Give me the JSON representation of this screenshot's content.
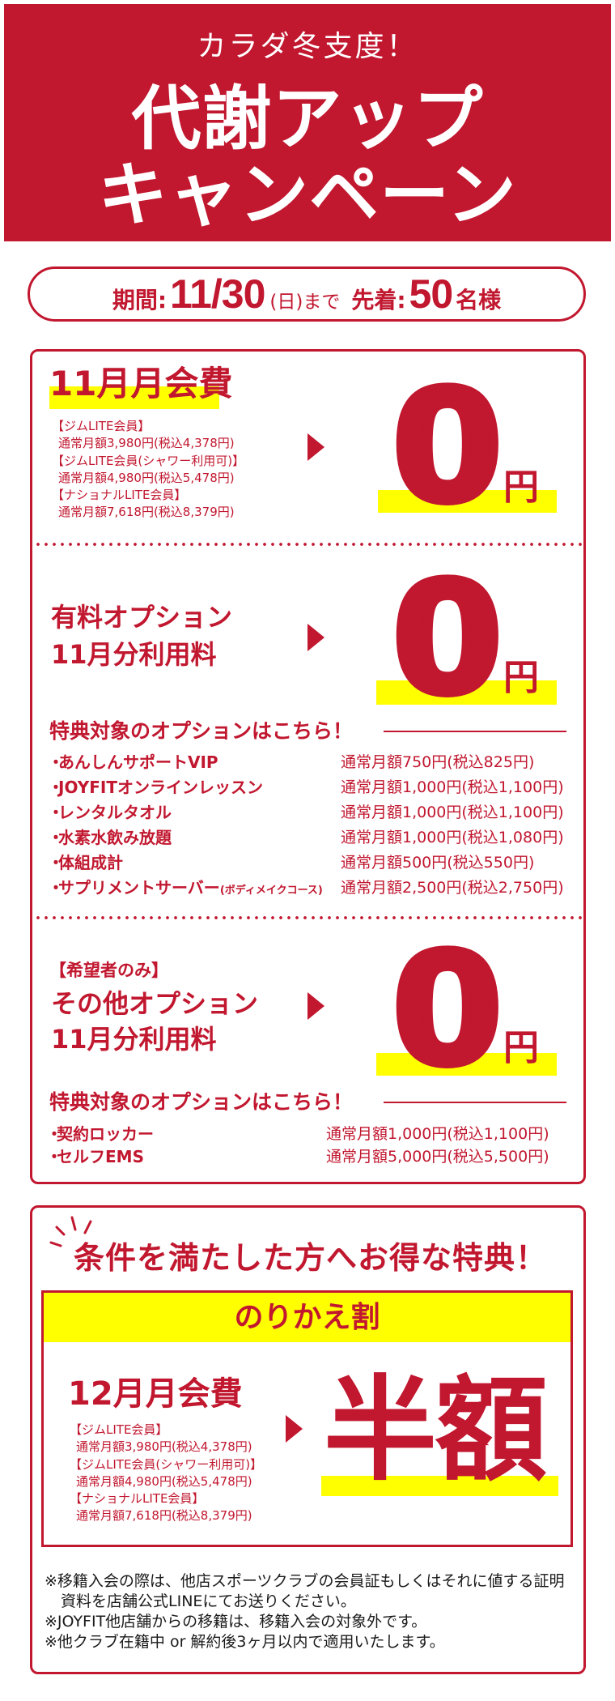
{
  "header": {
    "subtitle": "カラダ冬支度！",
    "title_line1": "代謝アップ",
    "title_line2": "キャンペーン"
  },
  "period": {
    "label": "期間:",
    "end_date": "11/30",
    "end_suffix": "(日)まで",
    "first_come_label": "先着:",
    "capacity": "50",
    "capacity_unit": "名様"
  },
  "offers": {
    "monthly_fee": {
      "title": "11月月会費",
      "plans": [
        {
          "name": "【ジムLITE会員】",
          "price": "通常月額3,980円(税込4,378円)"
        },
        {
          "name": "【ジムLITE会員(シャワー利用可)】",
          "price": "通常月額4,980円(税込5,478円)"
        },
        {
          "name": "【ナショナルLITE会員】",
          "price": "通常月額7,618円(税込8,379円)"
        }
      ],
      "result_value": "0",
      "result_unit": "円"
    },
    "paid_options": {
      "title_line1": "有料オプション",
      "title_line2": "11月分利用料",
      "result_value": "0",
      "result_unit": "円",
      "list_heading": "特典対象のオプションはこちら！",
      "items": [
        {
          "bullet": "・",
          "name": "あんしんサポートVIP",
          "note": "",
          "price": "通常月額750円(税込825円)"
        },
        {
          "bullet": "・",
          "name": "JOYFITオンラインレッスン",
          "note": "",
          "price": "通常月額1,000円(税込1,100円)"
        },
        {
          "bullet": "・",
          "name": "レンタルタオル",
          "note": "",
          "price": "通常月額1,000円(税込1,100円)"
        },
        {
          "bullet": "・",
          "name": "水素水飲み放題",
          "note": "",
          "price": "通常月額1,000円(税込1,080円)"
        },
        {
          "bullet": "・",
          "name": "体組成計",
          "note": "",
          "price": "通常月額500円(税込550円)"
        },
        {
          "bullet": "・",
          "name": "サプリメントサーバー",
          "note": "(ボディメイクコース)",
          "price": "通常月額2,500円(税込2,750円)"
        }
      ]
    },
    "other_options": {
      "tag": "【希望者のみ】",
      "title_line1": "その他オプション",
      "title_line2": "11月分利用料",
      "result_value": "0",
      "result_unit": "円",
      "list_heading": "特典対象のオプションはこちら！",
      "items": [
        {
          "bullet": "・",
          "name": "契約ロッカー",
          "price": "通常月額1,000円(税込1,100円)"
        },
        {
          "bullet": "・",
          "name": "セルフEMS",
          "price": "通常月額5,000円(税込5,500円)"
        }
      ]
    }
  },
  "transfer": {
    "heading": "条件を満たした方へお得な特典！",
    "banner": "のりかえ割",
    "title": "12月月会費",
    "plans": [
      {
        "name": "【ジムLITE会員】",
        "price": "通常月額3,980円(税込4,378円)"
      },
      {
        "name": "【ジムLITE会員(シャワー利用可)】",
        "price": "通常月額4,980円(税込5,478円)"
      },
      {
        "name": "【ナショナルLITE会員】",
        "price": "通常月額7,618円(税込8,379円)"
      }
    ],
    "result": "半額",
    "notes": [
      {
        "text": "※移籍入会の際は、他店スポーツクラブの会員証もしくはそれに値する証明",
        "continuation": "資料を店舗公式LINEにてお送りください。"
      },
      {
        "text": "※JOYFIT他店舗からの移籍は、移籍入会の対象外です。"
      },
      {
        "text": "※他クラブ在籍中 or 解約後3ヶ月以内で適用いたします。"
      }
    ]
  },
  "icons": {
    "arrow": "triangle-right",
    "sparkle": "burst-lines",
    "divider": "dotted-line"
  },
  "colors": {
    "accent": "#C1172F",
    "highlight": "#FFFF00",
    "note_text": "#1A1A1A",
    "background": "#FFFFFF"
  }
}
